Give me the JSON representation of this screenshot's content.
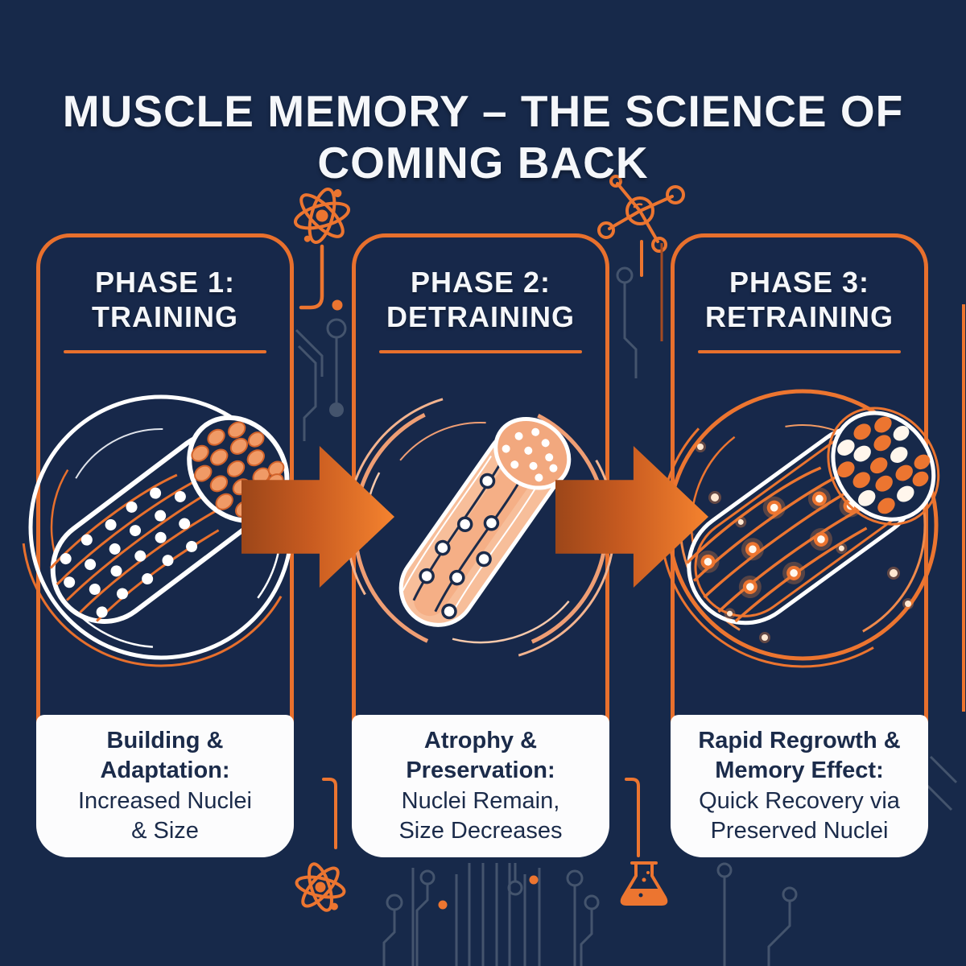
{
  "title": {
    "line1": "MUSCLE MEMORY –",
    "line2": "THE SCIENCE OF COMING BACK"
  },
  "phases": [
    {
      "heading_line1": "PHASE 1:",
      "heading_line2": "TRAINING",
      "desc_bold_1": "Building &",
      "desc_bold_2": "Adaptation:",
      "desc_1": "Increased Nuclei",
      "desc_2": "& Size"
    },
    {
      "heading_line1": "PHASE 2:",
      "heading_line2": "DETRAINING",
      "desc_bold_1": "Atrophy &",
      "desc_bold_2": "Preservation:",
      "desc_1": "Nuclei Remain,",
      "desc_2": "Size Decreases"
    },
    {
      "heading_line1": "PHASE 3:",
      "heading_line2": "RETRAINING",
      "desc_bold_1": "Rapid Regrowth &",
      "desc_bold_2": "Memory Effect:",
      "desc_1": "Quick Recovery via",
      "desc_2": "Preserved Nuclei"
    }
  ],
  "decorative_icons": [
    "atom-icon",
    "molecule-icon",
    "atom-icon",
    "flask-icon",
    "circuit-traces"
  ],
  "colors": {
    "background": "#17294A",
    "accent_orange": "#E8702D",
    "arrow_gradient_start": "#9C4619",
    "arrow_gradient_end": "#F5832F",
    "peach": "#F2A67D",
    "panel_white": "#FCFCFD",
    "text_navy": "#1B2B4A",
    "circuit_slate": "#44546D"
  }
}
